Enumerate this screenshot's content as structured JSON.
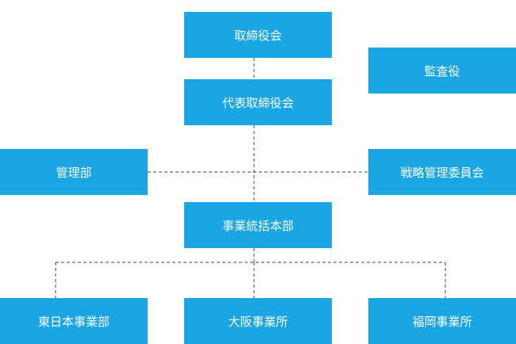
{
  "org_chart": {
    "board_of_directors": "取締役会",
    "representative_director": "代表取締役会",
    "auditor": "監査役",
    "administration_department": "管理部",
    "strategic_management_committee": "戦略管理委員会",
    "business_headquarters": "事業統括本部",
    "east_japan_division": "東日本事業部",
    "osaka_office": "大阪事業所",
    "fukuoka_office": "福岡事業所"
  },
  "colors": {
    "box_fill": "#1aa6e4",
    "box_text": "#ffffff",
    "connector": "#444444"
  }
}
